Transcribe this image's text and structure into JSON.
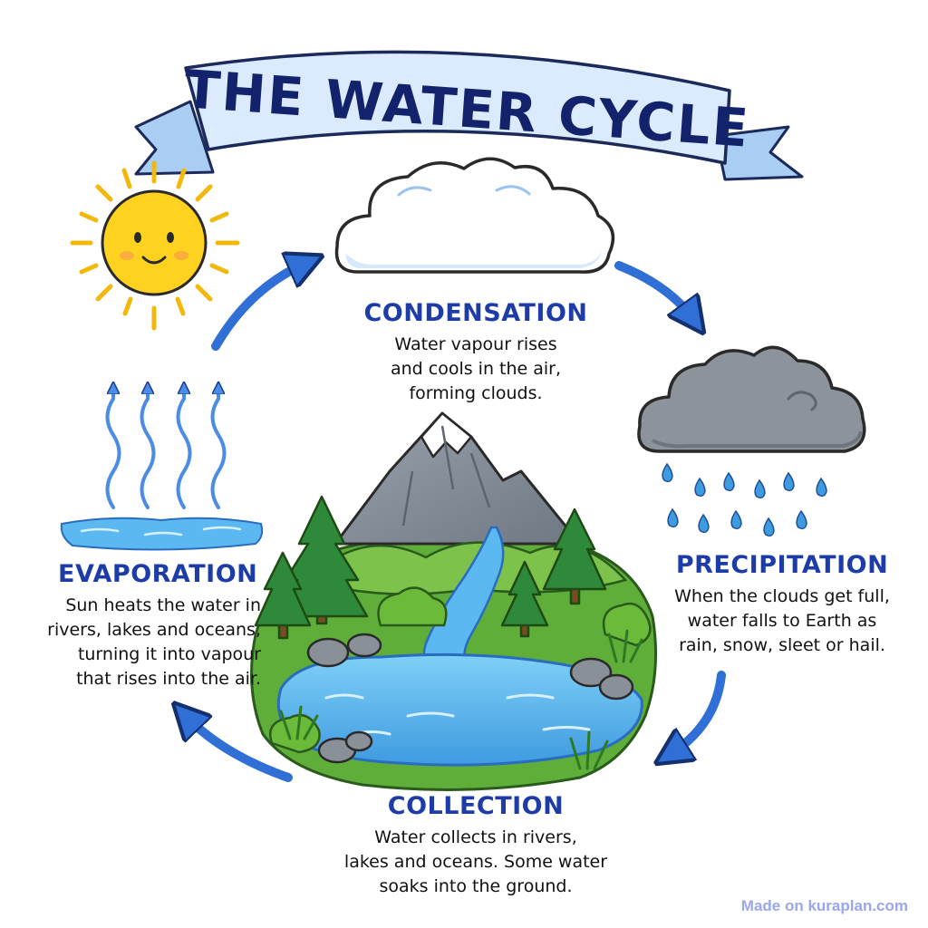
{
  "title": "THE WATER CYCLE",
  "stages": {
    "condensation": {
      "heading": "CONDENSATION",
      "lines": [
        "Water vapour rises",
        "and cools in the air,",
        "forming clouds."
      ]
    },
    "precipitation": {
      "heading": "PRECIPITATION",
      "lines": [
        "When the clouds get full,",
        "water falls to Earth as",
        "rain, snow, sleet or hail."
      ]
    },
    "collection": {
      "heading": "COLLECTION",
      "lines": [
        "Water collects in rivers,",
        "lakes and oceans. Some water",
        "soaks into the ground."
      ]
    },
    "evaporation": {
      "heading": "EVAPORATION",
      "lines": [
        "Sun heats the water in",
        "rivers, lakes and oceans,",
        "turning it into vapour",
        "that rises into the air."
      ]
    }
  },
  "watermark": "Made on kuraplan.com",
  "colors": {
    "title": "#13236b",
    "heading": "#1e3ca8",
    "arrow": "#2f6fd6",
    "water": "#5bb8f0",
    "sun": "#ffd21f"
  }
}
